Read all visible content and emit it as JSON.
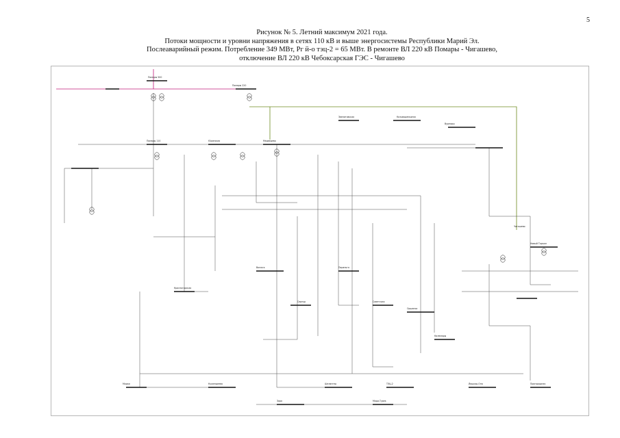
{
  "page_number": "5",
  "figure_title": "Рисунок № 5. Летний максимум 2021 года.",
  "subtitle_line1": "Потоки мощности и уровни напряжения в сетях 110 кВ и выше энергосистемы Республики Марий Эл.",
  "subtitle_line2": "Послеаварийный режим. Потребление 349 МВт, Рг й-о тэц-2 = 65 МВт. В ремонте ВЛ 220 кВ Помары - Чигашево,",
  "subtitle_line3": "отключение ВЛ 220 кВ Чебоксарская ГЭС - Чигашево",
  "colors": {
    "line_110kv": "#4a4a4a",
    "line_220kv": "#c21a7a",
    "line_500kv": "#6d8a1e",
    "value_text": "#c0281f",
    "node_text": "#222222"
  },
  "node_labels": [
    "Помары 500",
    "Помары 220",
    "Помары 110",
    "Чигашево",
    "Вурнары",
    "Звениговская",
    "Козьмодемьянск",
    "Юринская",
    "Морки",
    "Сернур",
    "Параньга",
    "Новый Торъял",
    "Советская",
    "Оршанка",
    "Килемары",
    "Волжск",
    "Красногорская",
    "Кужендеево",
    "Шелангер",
    "Медведево",
    "ТЭЦ-2",
    "Йошкар-Ола",
    "Пригородная",
    "Заря",
    "Мари-Турек"
  ]
}
